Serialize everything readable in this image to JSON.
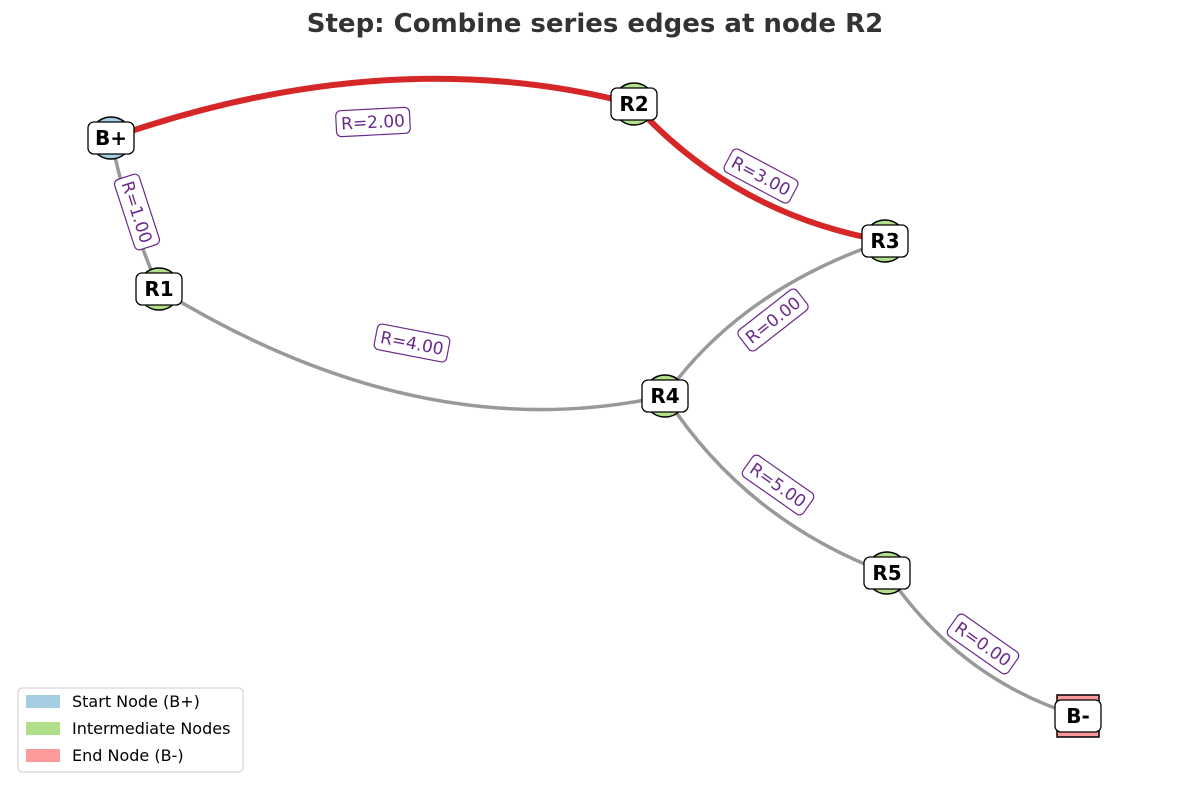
{
  "title": "Step: Combine series edges at node R2",
  "colors": {
    "start": "#a6cee3",
    "intermediate": "#b2df8a",
    "end": "#fb9a99",
    "highlight_edge": "#d62728",
    "normal_edge": "#999999",
    "edge_label": "#6a2a8c"
  },
  "nodes": [
    {
      "id": "B+",
      "label": "B+",
      "kind": "start"
    },
    {
      "id": "R1",
      "label": "R1",
      "kind": "intermediate"
    },
    {
      "id": "R2",
      "label": "R2",
      "kind": "intermediate"
    },
    {
      "id": "R3",
      "label": "R3",
      "kind": "intermediate"
    },
    {
      "id": "R4",
      "label": "R4",
      "kind": "intermediate"
    },
    {
      "id": "R5",
      "label": "R5",
      "kind": "intermediate"
    },
    {
      "id": "B-",
      "label": "B-",
      "kind": "end"
    }
  ],
  "edges": [
    {
      "from": "B+",
      "to": "R2",
      "label": "R=2.00",
      "highlighted": true
    },
    {
      "from": "R2",
      "to": "R3",
      "label": "R=3.00",
      "highlighted": true
    },
    {
      "from": "B+",
      "to": "R1",
      "label": "R=1.00",
      "highlighted": false
    },
    {
      "from": "R1",
      "to": "R4",
      "label": "R=4.00",
      "highlighted": false
    },
    {
      "from": "R4",
      "to": "R3",
      "label": "R=0.00",
      "highlighted": false
    },
    {
      "from": "R4",
      "to": "R5",
      "label": "R=5.00",
      "highlighted": false
    },
    {
      "from": "R5",
      "to": "B-",
      "label": "R=0.00",
      "highlighted": false
    }
  ],
  "legend": [
    {
      "label": "Start Node (B+)",
      "kind": "start"
    },
    {
      "label": "Intermediate Nodes",
      "kind": "intermediate"
    },
    {
      "label": "End Node (B-)",
      "kind": "end"
    }
  ]
}
